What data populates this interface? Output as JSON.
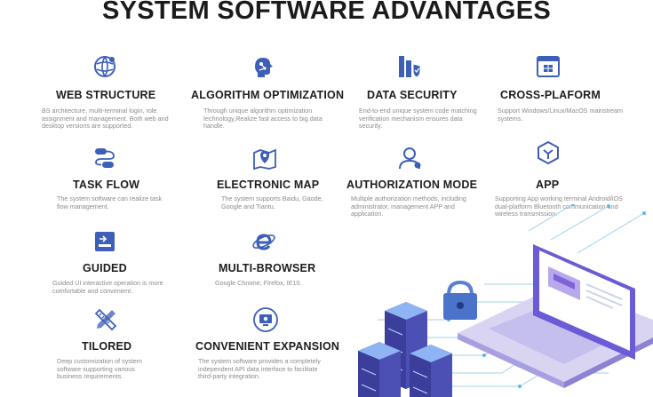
{
  "page": {
    "title": "SYSTEM SOFTWARE ADVANTAGES"
  },
  "features": {
    "web_structure": {
      "icon": "globe-network-icon",
      "title": "WEB STRUCTURE",
      "desc": "BS architecture, multi-terminal login, role assignment and management. Both web and desktop versions are supported."
    },
    "algorithm_optimization": {
      "icon": "brain-circuit-icon",
      "title": "ALGORITHM OPTIMIZATION",
      "desc": "Through unique algorithm optimization technology,Realize fast access to big data handle."
    },
    "data_security": {
      "icon": "shield-building-icon",
      "title": "DATA SECURITY",
      "desc": "End-to-end unique system code matching verification mechanism ensures data security."
    },
    "cross_platform": {
      "icon": "browser-window-icon",
      "title": "CROSS-PLAFORM",
      "desc": "Support Windows/Linux/MacOS mainstream systems."
    },
    "task_flow": {
      "icon": "task-flow-icon",
      "title": "TASK FLOW",
      "desc": "The system software can realize task flow management."
    },
    "electronic_map": {
      "icon": "map-pin-icon",
      "title": "ELECTRONIC MAP",
      "desc": "The system supports Baidu, Gaode, Google and Tiantu."
    },
    "authorization_mode": {
      "icon": "user-icon",
      "title": "AUTHORIZATION MODE",
      "desc": "Multiple authorization methods, including administrator, management APP and application."
    },
    "app": {
      "icon": "hexagon-cube-icon",
      "title": "APP",
      "desc": "Supporting App working terminal Android/iOS dual-platform Bluetooth communication and wireless transmission."
    },
    "guided": {
      "icon": "guide-window-icon",
      "title": "GUIDED",
      "desc": "Guided UI interactive operation is more comfortable and convenient."
    },
    "multi_browser": {
      "icon": "browser-e-icon",
      "title": "MULTI-BROWSER",
      "desc": "Google Chrome, Firefox, IE10."
    },
    "tilored": {
      "icon": "ruler-pencil-icon",
      "title": "TILORED",
      "desc": "Deep customization of system software supporting various business requirements."
    },
    "convenient_expansion": {
      "icon": "monitor-gear-icon",
      "title": "CONVENIENT EXPANSION",
      "desc": "The system software provides a completely independent API data interface to facilitate third-party integration."
    }
  },
  "colors": {
    "icon_blue": "#3d5fb8",
    "title_text": "#1d1d1d",
    "desc_text": "#8b8b8b",
    "server_purple": "#4c4fb3",
    "laptop_purple": "#6a5bd6"
  }
}
